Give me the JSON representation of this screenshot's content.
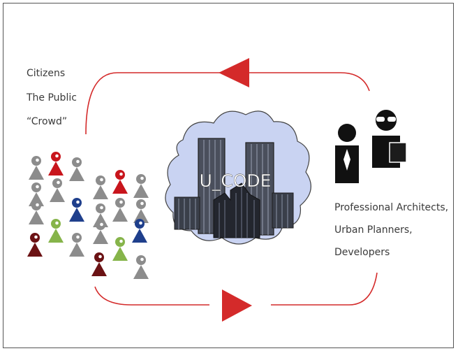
{
  "left_group": {
    "lines": [
      "Citizens",
      "The Public",
      "“Crowd”"
    ]
  },
  "center": {
    "label": "U_CODE"
  },
  "right_group": {
    "lines": [
      "Professional Architects,",
      "Urban Planners,",
      "Developers"
    ]
  },
  "colors": {
    "arrow": "#d42a2a",
    "cloud": "#c9d3f2",
    "figure_red": "#c8151c",
    "figure_grey": "#8c8c8c",
    "figure_blue": "#1f3f8c",
    "figure_green": "#86b44a",
    "figure_darkred": "#6b1214"
  }
}
